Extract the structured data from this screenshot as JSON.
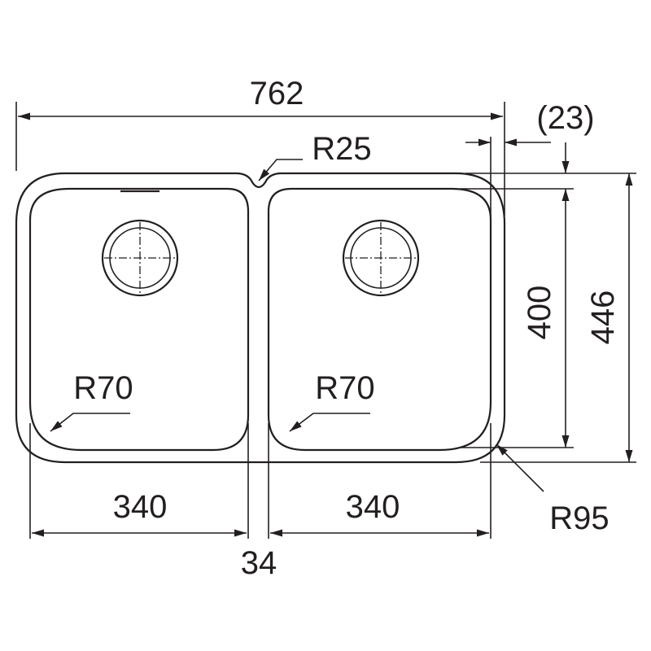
{
  "dimensions": {
    "overall_width": "762",
    "offset": "(23)",
    "bowl_left_width": "340",
    "bowl_right_width": "340",
    "divider_width": "34",
    "inner_height": "400",
    "outer_height": "446"
  },
  "radii": {
    "notch": "R25",
    "bowl_left": "R70",
    "bowl_right": "R70",
    "outer_corner": "R95"
  }
}
